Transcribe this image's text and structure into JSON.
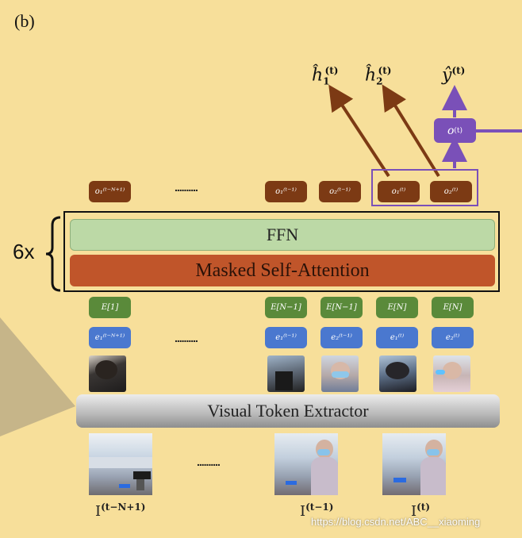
{
  "panel_label": "(b)",
  "outputs": {
    "h1": "ĥ",
    "h1_sub": "1",
    "h1_sup": "(t)",
    "h2": "ĥ",
    "h2_sub": "2",
    "h2_sup": "(t)",
    "y": "ŷ",
    "y_sup": "(t)",
    "o": "o",
    "o_sup": "(t)"
  },
  "output_tokens": [
    {
      "text": "o₁⁽ᵗ⁻ᴺ⁺¹⁾"
    },
    {
      "text": "o₁⁽ᵗ⁻¹⁾"
    },
    {
      "text": "o₂⁽ᵗ⁻¹⁾"
    },
    {
      "text": "o₁⁽ᵗ⁾"
    },
    {
      "text": "o₂⁽ᵗ⁾"
    }
  ],
  "ellipsis": "..........",
  "repeat_label": "6x",
  "ffn_label": "FFN",
  "attention_label": "Masked Self-Attention",
  "embedding_tokens": [
    {
      "text": "E[1]"
    },
    {
      "text": "E[N−1]"
    },
    {
      "text": "E[N−1]"
    },
    {
      "text": "E[N]"
    },
    {
      "text": "E[N]"
    }
  ],
  "visual_tokens": [
    {
      "text": "e₁⁽ᵗ⁻ᴺ⁺¹⁾"
    },
    {
      "text": "e₁⁽ᵗ⁻¹⁾"
    },
    {
      "text": "e₂⁽ᵗ⁻¹⁾"
    },
    {
      "text": "e₁⁽ᵗ⁾"
    },
    {
      "text": "e₂⁽ᵗ⁾"
    }
  ],
  "extractor_label": "Visual Token Extractor",
  "frames": [
    {
      "label": "I",
      "sup": "(t−N+1)"
    },
    {
      "label": "I",
      "sup": "(t−1)"
    },
    {
      "label": "I",
      "sup": "(t)"
    }
  ],
  "watermark": "https://blog.csdn.net/ABC__xiaoming",
  "colors": {
    "background": "#f7df9a",
    "output_token": "#7c3a14",
    "embedding_token": "#5a8a3a",
    "visual_token": "#4a78cf",
    "head": "#7a50b8",
    "ffn": "#bcd9a6",
    "attention": "#c0552a"
  }
}
